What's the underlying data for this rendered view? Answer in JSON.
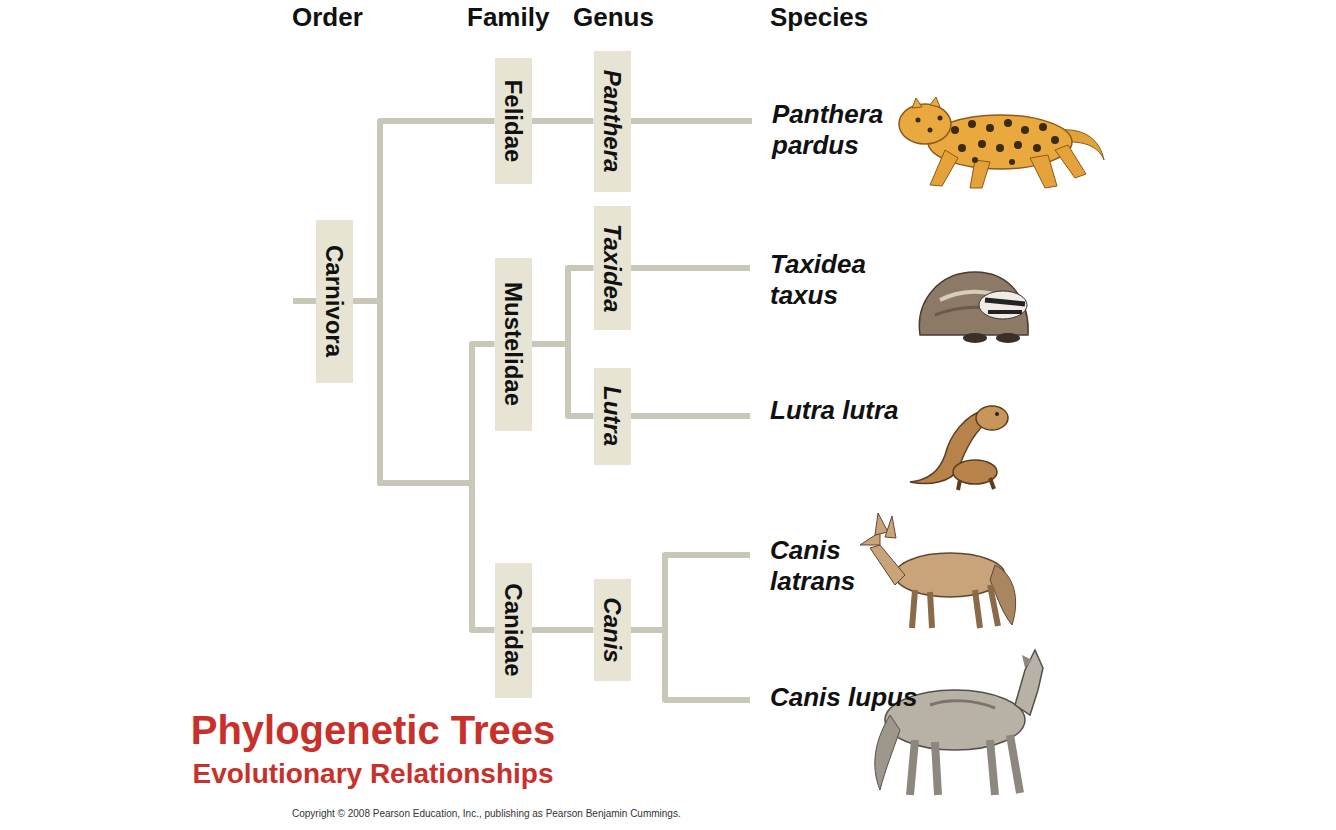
{
  "diagram": {
    "title": "Phylogenetic Trees",
    "nodes": [
      {
        "text": [
          "Carnivora"
        ]
      },
      {
        "text": [
          "Felidae"
        ]
      },
      {
        "text": [
          "Panthera"
        ]
      },
      {
        "text": [
          "Mustelidae"
        ]
      },
      {
        "text": [
          "Taxidea"
        ]
      },
      {
        "text": [
          "Lutra"
        ]
      },
      {
        "text": [
          "Canidae"
        ]
      },
      {
        "text": [
          "Canis"
        ]
      }
    ],
    "edges": [
      {
        "from": 0,
        "to": 1,
        "arrow": "none"
      },
      {
        "from": 0,
        "to": 3,
        "arrow": "none"
      },
      {
        "from": 0,
        "to": 6,
        "arrow": "none"
      },
      {
        "from": 1,
        "to": 2,
        "arrow": "none"
      },
      {
        "from": 3,
        "to": 4,
        "arrow": "none"
      },
      {
        "from": 3,
        "to": 5,
        "arrow": "none"
      },
      {
        "from": 6,
        "to": 7,
        "arrow": "none"
      }
    ],
    "labels": [
      "Order",
      "Family",
      "Genus",
      "Species",
      "Panthera pardus",
      "Taxidea taxus",
      "Lutra lutra",
      "Canis latrans",
      "Canis lupus",
      "Evolutionary Relationships",
      "Copyright © 2008 Pearson Education, Inc., publishing as Pearson Benjamin Cummings."
    ]
  }
}
